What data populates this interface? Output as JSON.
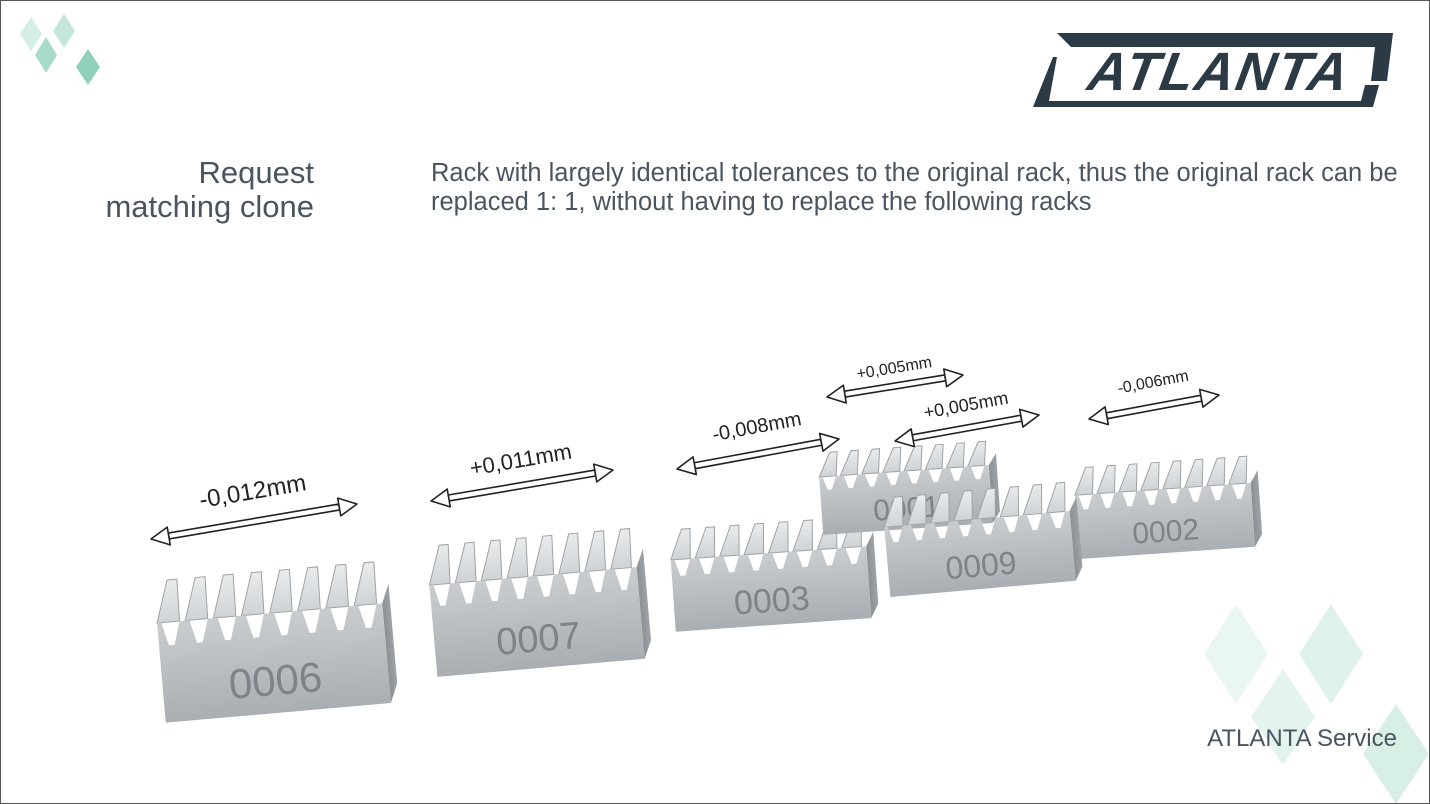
{
  "brand": {
    "logo_text": "ATLANTA",
    "logo_color": "#2b3a44"
  },
  "heading": {
    "line1": "Request",
    "line2": "matching clone"
  },
  "description": "Rack with largely identical tolerances to the original rack, thus the original rack can be replaced 1: 1, without having to replace the following racks",
  "footer": "ATLANTA Service",
  "colors": {
    "text": "#4a5560",
    "accent": "#8fd0b8"
  },
  "racks": [
    {
      "id": "0006",
      "tolerance": "-0,012mm"
    },
    {
      "id": "0007",
      "tolerance": "+0,011mm"
    },
    {
      "id": "0003",
      "tolerance": "-0,008mm"
    },
    {
      "id": "0001",
      "tolerance": "+0,005mm"
    },
    {
      "id": "0009",
      "tolerance": "+0,005mm"
    },
    {
      "id": "0002",
      "tolerance": "-0,006mm"
    }
  ]
}
